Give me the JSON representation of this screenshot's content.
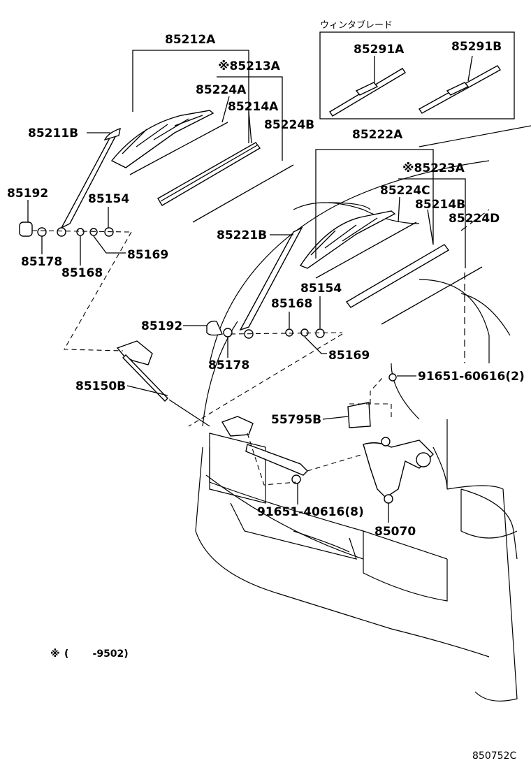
{
  "section_label": "ウィンタブレード",
  "footnote": {
    "mark": "※",
    "text": "(       -9502)"
  },
  "figure_code": "850752C",
  "parts": {
    "p85212A": "85212A",
    "p85213A": "※85213A",
    "p85224A": "85224A",
    "p85214A": "85214A",
    "p85224B": "85224B",
    "p85211B": "85211B",
    "p85192_top": "85192",
    "p85154_top": "85154",
    "p85178_top": "85178",
    "p85168_top": "85168",
    "p85169_top": "85169",
    "p85291A": "85291A",
    "p85291B": "85291B",
    "p85222A": "85222A",
    "p85223A": "※85223A",
    "p85224C": "85224C",
    "p85214B": "85214B",
    "p85224D": "85224D",
    "p85221B": "85221B",
    "p85154_mid": "85154",
    "p85168_mid": "85168",
    "p85192_mid": "85192",
    "p85178_mid": "85178",
    "p85169_mid": "85169",
    "p91651_60616": "91651-60616(2)",
    "p85150B": "85150B",
    "p55795B": "55795B",
    "p91651_40616": "91651-40616(8)",
    "p85070": "85070"
  }
}
